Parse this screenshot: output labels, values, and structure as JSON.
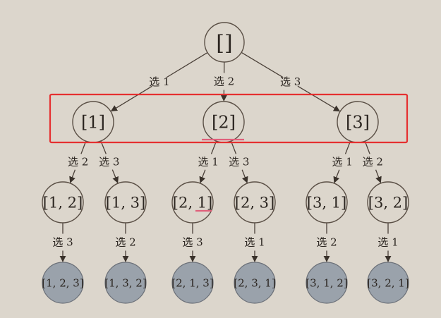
{
  "nodes": [
    {
      "id": "root",
      "label": "[]",
      "kind": "plain"
    },
    {
      "id": "n1",
      "label": "[1]",
      "kind": "plain"
    },
    {
      "id": "n2",
      "label": "[2]",
      "kind": "plain"
    },
    {
      "id": "n3",
      "label": "[3]",
      "kind": "plain"
    },
    {
      "id": "n12",
      "label": "[1, 2]",
      "kind": "plain"
    },
    {
      "id": "n13",
      "label": "[1, 3]",
      "kind": "plain"
    },
    {
      "id": "n21",
      "label": "[2, 1]",
      "kind": "plain"
    },
    {
      "id": "n23",
      "label": "[2, 3]",
      "kind": "plain"
    },
    {
      "id": "n31",
      "label": "[3, 1]",
      "kind": "plain"
    },
    {
      "id": "n32",
      "label": "[3, 2]",
      "kind": "plain"
    },
    {
      "id": "n123",
      "label": "[1, 2, 3]",
      "kind": "leaf"
    },
    {
      "id": "n132",
      "label": "[1, 3, 2]",
      "kind": "leaf"
    },
    {
      "id": "n213",
      "label": "[2, 1, 3]",
      "kind": "leaf"
    },
    {
      "id": "n231",
      "label": "[2, 3, 1]",
      "kind": "leaf"
    },
    {
      "id": "n312",
      "label": "[3, 1, 2]",
      "kind": "leaf"
    },
    {
      "id": "n321",
      "label": "[3, 2, 1]",
      "kind": "leaf"
    }
  ],
  "edges": [
    {
      "from": "root",
      "to": "n1",
      "label": "选 1"
    },
    {
      "from": "root",
      "to": "n2",
      "label": "选 2"
    },
    {
      "from": "root",
      "to": "n3",
      "label": "选 3"
    },
    {
      "from": "n1",
      "to": "n12",
      "label": "选 2"
    },
    {
      "from": "n1",
      "to": "n13",
      "label": "选 3"
    },
    {
      "from": "n2",
      "to": "n21",
      "label": "选 1"
    },
    {
      "from": "n2",
      "to": "n23",
      "label": "选 3"
    },
    {
      "from": "n3",
      "to": "n31",
      "label": "选 1"
    },
    {
      "from": "n3",
      "to": "n32",
      "label": "选 2"
    },
    {
      "from": "n12",
      "to": "n123",
      "label": "选 3"
    },
    {
      "from": "n13",
      "to": "n132",
      "label": "选 2"
    },
    {
      "from": "n21",
      "to": "n213",
      "label": "选 3"
    },
    {
      "from": "n23",
      "to": "n231",
      "label": "选 1"
    },
    {
      "from": "n31",
      "to": "n312",
      "label": "选 2"
    },
    {
      "from": "n32",
      "to": "n321",
      "label": "选 1"
    }
  ],
  "highlight": {
    "box_color": "#e53030",
    "underline_color": "#e0607a"
  }
}
